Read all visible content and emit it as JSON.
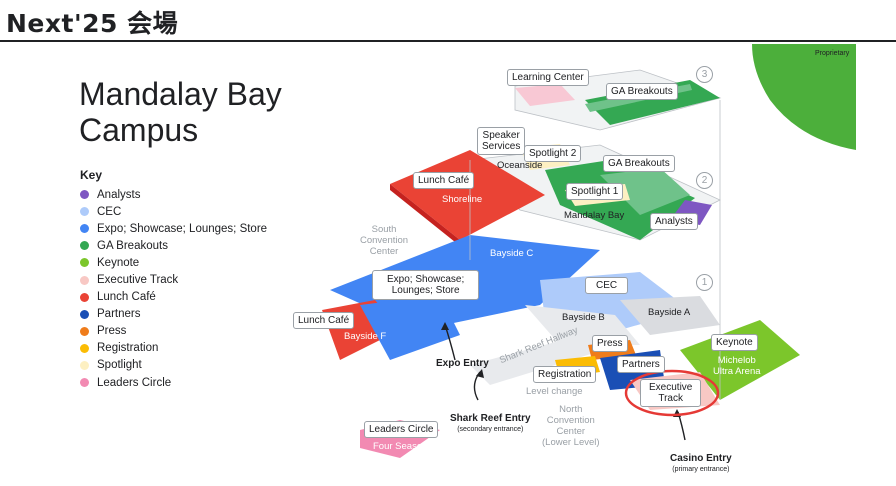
{
  "header": {
    "title": "Next'25 会場"
  },
  "map": {
    "title": "Mandalay Bay\nCampus",
    "key_title": "Key",
    "proprietary": "Proprietary",
    "legend": [
      {
        "label": "Analysts",
        "color": "#7e57c2"
      },
      {
        "label": "CEC",
        "color": "#aecbfa"
      },
      {
        "label": "Expo; Showcase; Lounges; Store",
        "color": "#4285f4"
      },
      {
        "label": "GA Breakouts",
        "color": "#34a853"
      },
      {
        "label": "Keynote",
        "color": "#7cc62b"
      },
      {
        "label": "Executive Track",
        "color": "#f8c8c4"
      },
      {
        "label": "Lunch Café",
        "color": "#ea4335"
      },
      {
        "label": "Partners",
        "color": "#1a4fb5"
      },
      {
        "label": "Press",
        "color": "#ef7c1b"
      },
      {
        "label": "Registration",
        "color": "#fbbc04"
      },
      {
        "label": "Spotlight",
        "color": "#fdf0c2"
      },
      {
        "label": "Leaders Circle",
        "color": "#f28ab2"
      }
    ],
    "levels": [
      "3",
      "2",
      "1"
    ],
    "boxed_labels": {
      "learning_center": "Learning Center",
      "ga_breakouts_top": "GA Breakouts",
      "speaker_services": "Speaker\nServices",
      "spotlight_2": "Spotlight 2",
      "ga_breakouts_mid": "GA Breakouts",
      "lunch_cafe_top": "Lunch Café",
      "spotlight_1": "Spotlight 1",
      "analysts": "Analysts",
      "expo": "Expo; Showcase;\nLounges; Store",
      "cec": "CEC",
      "lunch_cafe_bottom": "Lunch Café",
      "press": "Press",
      "partners": "Partners",
      "registration": "Registration",
      "keynote": "Keynote",
      "executive_track": "Executive\nTrack",
      "leaders_circle": "Leaders Circle"
    },
    "area_labels": {
      "oceanside": "Oceanside",
      "shoreline": "Shoreline",
      "mandalay_bay": "Mandalay Bay",
      "south_convention": "South\nConvention\nCenter",
      "bayside_c": "Bayside C",
      "bayside_f": "Bayside F",
      "bayside_b": "Bayside B",
      "bayside_a": "Bayside A",
      "michelob": "Michelob\nUltra Arena",
      "shark_reef_hallway": "Shark Reef Hallway",
      "level_change": "Level change",
      "north_convention": "North\nConvention\nCenter\n(Lower Level)",
      "four_seasons": "Four Seasons"
    },
    "entries": {
      "expo_entry": "Expo Entry",
      "shark_reef_entry": "Shark Reef Entry",
      "shark_reef_sub": "(secondary entrance)",
      "casino_entry": "Casino Entry",
      "casino_sub": "(primary entrance)"
    }
  }
}
